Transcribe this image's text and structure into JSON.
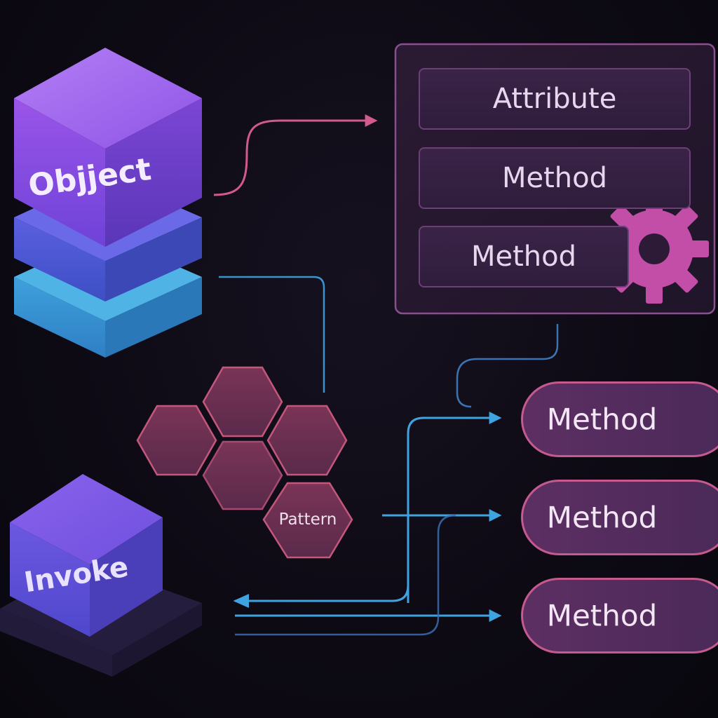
{
  "object_block": {
    "label": "Objject"
  },
  "invoke_block": {
    "label": "Invoke"
  },
  "class_panel": {
    "rows": [
      {
        "label": "Attribute"
      },
      {
        "label": "Method"
      },
      {
        "label": "Method"
      }
    ]
  },
  "pattern_cluster": {
    "label": "Pattern"
  },
  "method_pills": [
    {
      "label": "Method"
    },
    {
      "label": "Method"
    },
    {
      "label": "Method"
    }
  ],
  "icons": [
    "gear-icon",
    "arrow-icon"
  ],
  "colors": {
    "background": "#0d0a14",
    "cube_purple": "#8a4fe0",
    "cube_blue": "#4a63d6",
    "cube_cyan": "#3f9fd6",
    "hex_fill": "#6a2f4f",
    "hex_stroke": "#c4577c",
    "connector_pink": "#d35a8c",
    "connector_blue": "#3fa3e0",
    "gear": "#c24ea8"
  }
}
